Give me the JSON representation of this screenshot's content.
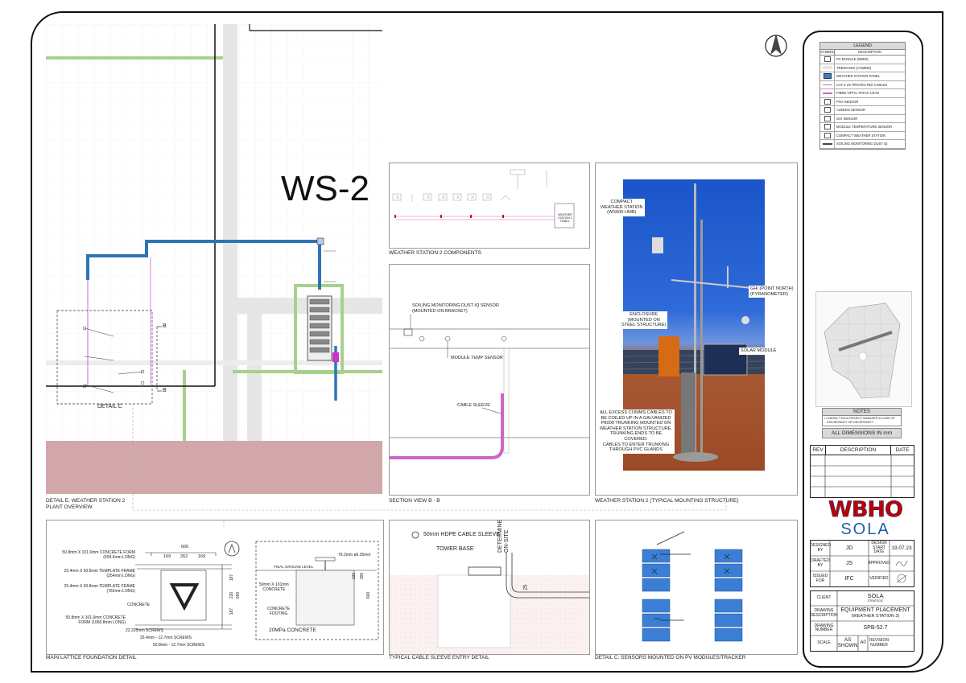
{
  "plan": {
    "ws_title": "WS-2",
    "detail_c_tag": "DETAIL C",
    "section_b_top": "B",
    "section_b_bottom": "B",
    "caption_line1": "DETAIL E: WEATHER STATION 2",
    "caption_line2": "PLANT OVERVIEW"
  },
  "components": {
    "caption": "WEATHER STATION 2 COMPONENTS",
    "panel_label": "WEATHER STATION 2 PANEL"
  },
  "section": {
    "soiling_label_1": "SOILING MONITORING DUST IQ SENSOR",
    "soiling_label_2": "(MOUNTED ON BRACKET)",
    "module_temp_label": "MODULE TEMP SENSOR",
    "cable_sleeve_label": "CABLE SLEEVE",
    "caption": "SECTION VIEW B - B"
  },
  "photo": {
    "compact_ws_1": "COMPACT",
    "compact_ws_2": "WEATHER STATION",
    "compact_ws_3": "(WS600-UMB)",
    "ghi_1": "GHI (POINT NORTH)",
    "ghi_2": "(PYRANOMETER)",
    "enclosure_1": "ENCLOSURE",
    "enclosure_2": "(MOUNTED ON",
    "enclosure_3": "STEEL STRUCTURE)",
    "solar_module": "SOLAR MODULE",
    "note_lines": [
      "ALL EXCESS COMMS CABLES TO",
      "BE COILED UP IN A GALVANIZED",
      "P8000 TRUNKING MOUNTED ON",
      "WEATHER STATION STRUCTURE.",
      "TRUNKING ENDS TO BE COVERED.",
      "CABLES TO ENTER TRUNKING",
      "THROUGH PVC GLANDS"
    ],
    "caption": "WEATHER STATION 2 (TYPICAL MOUNTING STRUCTURE)"
  },
  "foundation": {
    "dim_600": "600",
    "dim_169a": "169",
    "dim_262": "262",
    "dim_169b": "169",
    "dim_187a": "187",
    "dim_600v": "600",
    "dim_226": "226",
    "dim_187b": "187",
    "concrete_form": [
      "50.8mm X 101.6mm CONCRETE FORM",
      "(609.6mm LONG)"
    ],
    "template_frame": [
      "25.4mm X 50.8mm TEMPLATE FRAME",
      "(254mm LONG)"
    ],
    "template_frame2": [
      "25.4mm X 50.8mm TEMPLATE FRAME",
      "(762mm LONG)"
    ],
    "concrete": "CONCRETE",
    "concrete_form2": [
      "50.8mm X 101.6mm CONCRETE",
      "FORM (1066.8mm LONG)"
    ],
    "screws1": "22.225mm SCREWS",
    "screws2": "25.4mm - 12.7mm SCREWS",
    "screws3": "50.8mm - 12.7mm SCREWS",
    "final_ground": "FINAL GROUND LEVEL",
    "anchor": "76.2mm ø6.35mm",
    "concrete_size": [
      "50mm X 101mm",
      "CONCRETE"
    ],
    "footing": [
      "CONCRETE",
      "FOOTING"
    ],
    "dim_220": "220",
    "dim_300": "300",
    "dim_600b": "600",
    "mpa": "20MPa CONCRETE",
    "caption": "MAIN LATTICE FOUNDATION DETAIL"
  },
  "sleeve": {
    "hdpe": "50mm HDPE CABLE SLEEVE",
    "tower_base": "TOWER BASE",
    "determine_1": "DETERMINE",
    "determine_2": "ON-SITE",
    "dim_25": "25",
    "caption": "TYPICAL CABLE SLEEVE ENTRY DETAIL"
  },
  "detail_c": {
    "caption": "DETAIL C: SENSORS MOUNTED ON PV MODULES/TRACKER"
  },
  "legend": {
    "title": "LEGEND",
    "symbol_header": "SYMBOL",
    "desc_header": "DESCRIPTION",
    "items": [
      {
        "label": "PV MODULE (580W)",
        "icon": "pv-module-icon"
      },
      {
        "label": "TRENCHES (COMMS)",
        "icon": "trench-icon"
      },
      {
        "label": "WEATHER STATION PANEL",
        "icon": "panel-icon"
      },
      {
        "label": "CAT 6 UV PROTECTED CABLES",
        "icon": "cat6-cable-icon"
      },
      {
        "label": "FIBRE OPTIC PATCH LEAD",
        "icon": "fibre-lead-icon"
      },
      {
        "label": "POA SENSOR",
        "icon": "poa-sensor-icon"
      },
      {
        "label": "ALBEDO SENSOR",
        "icon": "albedo-sensor-icon"
      },
      {
        "label": "GHI SENSOR",
        "icon": "ghi-sensor-icon"
      },
      {
        "label": "MODULE TEMPERATURE SENSOR",
        "icon": "temp-sensor-icon"
      },
      {
        "label": "COMPACT WEATHER STATION",
        "icon": "compact-ws-icon"
      },
      {
        "label": "SOILING MONITORING DUST IQ",
        "icon": "soiling-sensor-icon"
      }
    ],
    "colors": [
      "#ffffff",
      "#e6e6e6",
      "#3d7cc9",
      "#cc66cc",
      "#cc66cc",
      "#ffffff",
      "#ffffff",
      "#ffffff",
      "#ffffff",
      "#ffffff",
      "#444444"
    ]
  },
  "notes": {
    "title": "NOTES",
    "line1": "• CONSULT SOLA PROJECT MANAGER IN CASE OF",
    "line2": "DISCREPANCY OR UNCERTAINTY",
    "dimensions": "ALL DIMENSIONS IN mm"
  },
  "revisions": {
    "rev": "REV",
    "description": "DESCRIPTION",
    "date": "DATE"
  },
  "logos": {
    "wbho": "WBHO",
    "sola": "SOLA"
  },
  "signoff": {
    "designed_by_label": "DESIGNED BY",
    "designed_by": "JD",
    "design_start_label": "DESIGN START DATE",
    "design_start": "19.07.23",
    "drafted_by_label": "DRAFTED BY",
    "drafted_by": "JS",
    "approved_label": "APPROVED",
    "issued_for_label": "ISSUED FOR",
    "issued_for": "IFC",
    "verified_label": "VERIFIED"
  },
  "titleblock": {
    "client_label": "CLIENT",
    "client": "SOLA",
    "client_sub": "STRATEGIC",
    "drawing_desc_label": "DRAWING DESCRIPTION",
    "drawing_desc_1": "EQUIPMENT PLACEMENT",
    "drawing_desc_2": "(WEATHER STATION 2)",
    "drawing_number_label": "DRAWING NUMBER",
    "drawing_number": "SPB-52.7",
    "scale_label": "SCALE",
    "scale_1": "AS",
    "scale_2": "SHOWN",
    "size": "A0",
    "revision_label": "REVISION NUMBER"
  },
  "colors": {
    "trench_green": "#a8d08d",
    "cable_blue": "#2e75b6",
    "cable_magenta": "#cc66cc",
    "fence_pink": "#d1a7a9",
    "wbho_red": "#c00000",
    "sola_blue": "#1f5fa8",
    "pv_blue": "#3a7fd5"
  }
}
